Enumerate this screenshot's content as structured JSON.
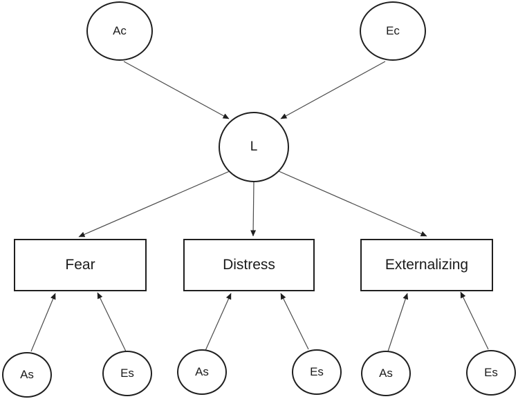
{
  "colors": {
    "background": "#ffffff",
    "shape_stroke": "#1f1f1f",
    "connector_stroke": "#4a4a4a",
    "arrowhead_fill": "#1f1f1f",
    "text": "#1a1a1a"
  },
  "diagram": {
    "nodes": {
      "ac": {
        "label": "Ac"
      },
      "ec": {
        "label": "Ec"
      },
      "l": {
        "label": "L"
      },
      "fear": {
        "label": "Fear"
      },
      "distress": {
        "label": "Distress"
      },
      "externalizing": {
        "label": "Externalizing"
      },
      "as_fear": {
        "label": "As"
      },
      "es_fear": {
        "label": "Es"
      },
      "as_distress": {
        "label": "As"
      },
      "es_distress": {
        "label": "Es"
      },
      "as_externalizing": {
        "label": "As"
      },
      "es_externalizing": {
        "label": "Es"
      }
    },
    "edges": [
      {
        "from": "ac",
        "to": "l"
      },
      {
        "from": "ec",
        "to": "l"
      },
      {
        "from": "l",
        "to": "fear"
      },
      {
        "from": "l",
        "to": "distress"
      },
      {
        "from": "l",
        "to": "externalizing"
      },
      {
        "from": "as_fear",
        "to": "fear"
      },
      {
        "from": "es_fear",
        "to": "fear"
      },
      {
        "from": "as_distress",
        "to": "distress"
      },
      {
        "from": "es_distress",
        "to": "distress"
      },
      {
        "from": "as_externalizing",
        "to": "externalizing"
      },
      {
        "from": "es_externalizing",
        "to": "externalizing"
      }
    ]
  }
}
